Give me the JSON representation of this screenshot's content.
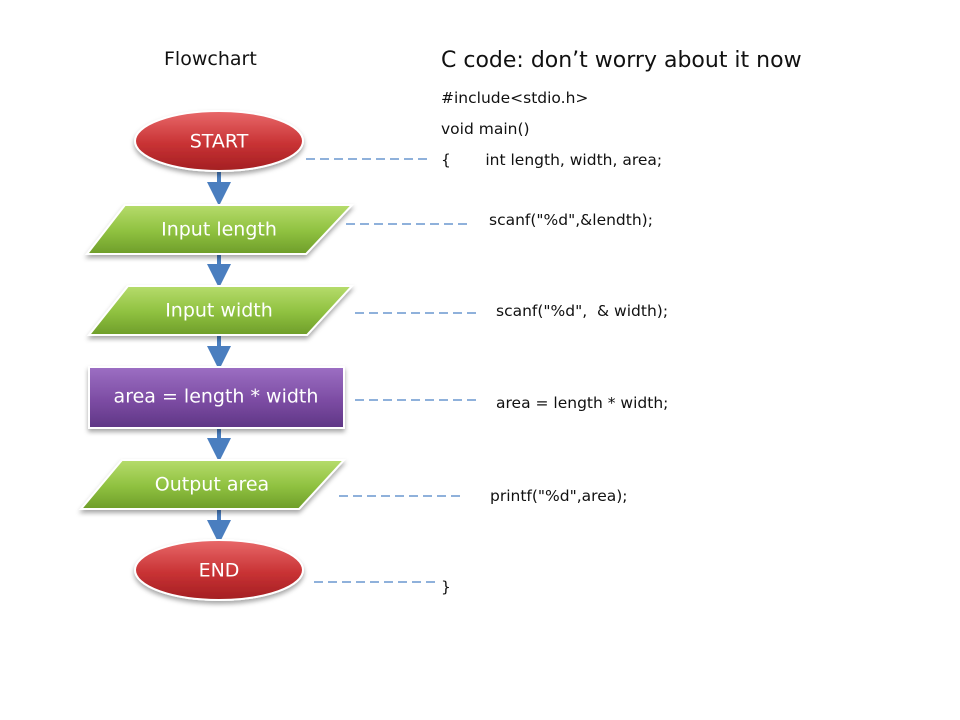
{
  "flowchart": {
    "title": "Flowchart",
    "start": "START",
    "input_length": "Input length",
    "input_width": "Input width",
    "process": "area = length * width",
    "output": "Output area",
    "end": "END"
  },
  "code": {
    "title": "C code: don’t worry about it now",
    "lines": [
      "#include<stdio.h>",
      "void main()",
      "{       int length, width, area;",
      "scanf(\"%d\",&lendth);",
      "scanf(\"%d\",  & width);",
      "area = length * width;",
      "printf(\"%d\",area);",
      "}"
    ]
  },
  "colors": {
    "terminal": "#c0393b",
    "io": "#8cbf3f",
    "process": "#7a4ba0",
    "arrow": "#4a7ebf",
    "dashed_connector": "#6a97cf"
  }
}
